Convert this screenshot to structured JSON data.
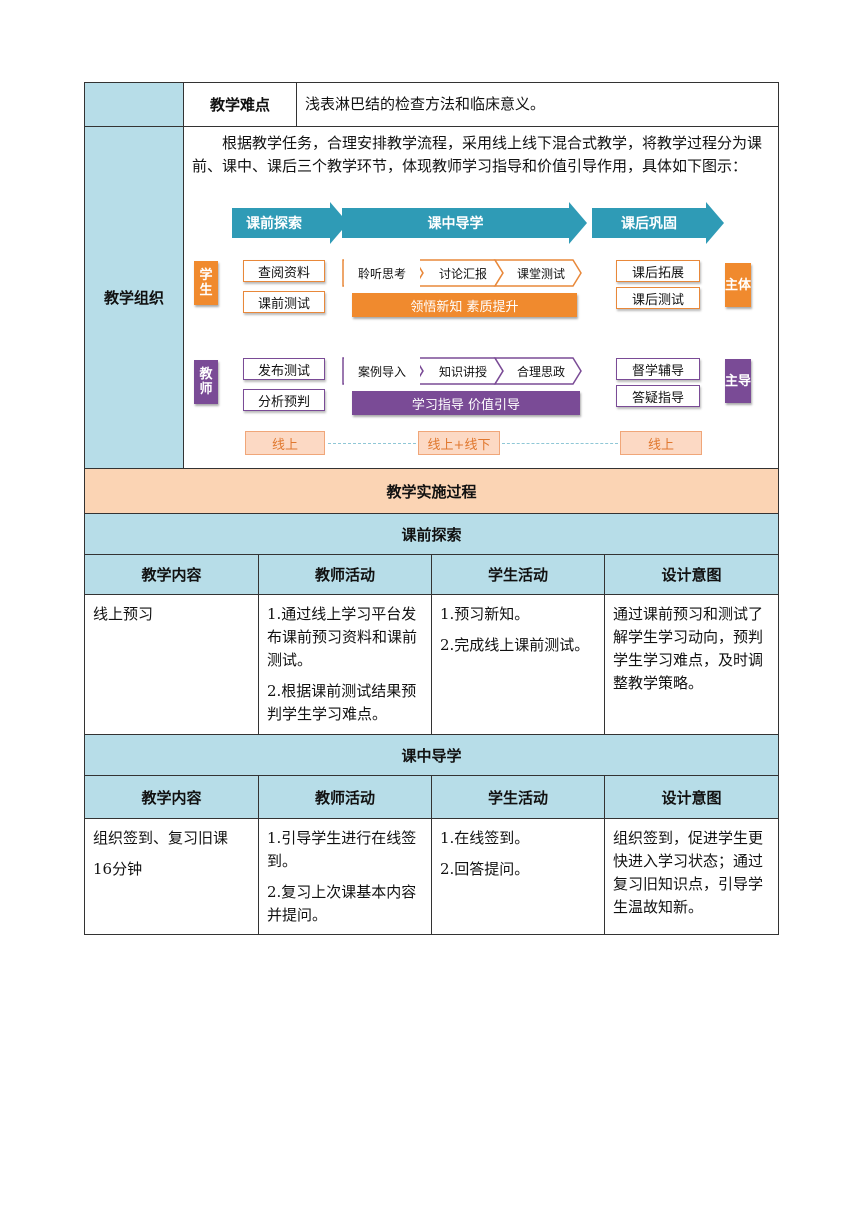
{
  "row_difficulty": {
    "label": "教学难点",
    "text": "浅表淋巴结的检查方法和临床意义。"
  },
  "row_org": {
    "label": "教学组织",
    "paragraph": "根据教学任务，合理安排教学流程，采用线上线下混合式教学，将教学过程分为课前、课中、课后三个教学环节，体现教师学习指导和价值引导作用，具体如下图示：",
    "diagram": {
      "phases": [
        "课前探索",
        "课中导学",
        "课后巩固"
      ],
      "student_tag": "学生",
      "teacher_tag": "教师",
      "student_pre": [
        "查阅资料",
        "课前测试"
      ],
      "student_in": [
        "聆听思考",
        "讨论汇报",
        "课堂测试"
      ],
      "student_bar": "领悟新知 素质提升",
      "student_post": [
        "课后拓展",
        "课后测试"
      ],
      "student_role": "主体",
      "teacher_pre": [
        "发布测试",
        "分析预判"
      ],
      "teacher_in": [
        "案例导入",
        "知识讲授",
        "合理思政"
      ],
      "teacher_bar": "学习指导 价值引导",
      "teacher_post": [
        "督学辅导",
        "答疑指导"
      ],
      "teacher_role": "主导",
      "modes": [
        "线上",
        "线上+线下",
        "线上"
      ]
    }
  },
  "process_title": "教学实施过程",
  "sections": [
    {
      "title": "课前探索",
      "headers": [
        "教学内容",
        "教师活动",
        "学生活动",
        "设计意图"
      ],
      "content": [
        "线上预习"
      ],
      "teacher": [
        "1.通过线上学习平台发布课前预习资料和课前测试。",
        "2.根据课前测试结果预判学生学习难点。"
      ],
      "student": [
        "1.预习新知。",
        "2.完成线上课前测试。"
      ],
      "intent": "通过课前预习和测试了解学生学习动向，预判学生学习难点，及时调整教学策略。"
    },
    {
      "title": "课中导学",
      "headers": [
        "教学内容",
        "教师活动",
        "学生活动",
        "设计意图"
      ],
      "content": [
        "组织签到、复习旧课",
        "16分钟"
      ],
      "teacher": [
        "1.引导学生进行在线签到。",
        "2.复习上次课基本内容并提问。"
      ],
      "student": [
        "1.在线签到。",
        "2.回答提问。"
      ],
      "intent": "组织签到，促进学生更快进入学习状态；通过复习旧知识点，引导学生温故知新。"
    }
  ],
  "colors": {
    "blue_header": "#b7dde8",
    "peach_header": "#fbd4b4",
    "orange": "#f08a2e",
    "purple": "#7a4b96",
    "teal": "#2f9bb6"
  }
}
